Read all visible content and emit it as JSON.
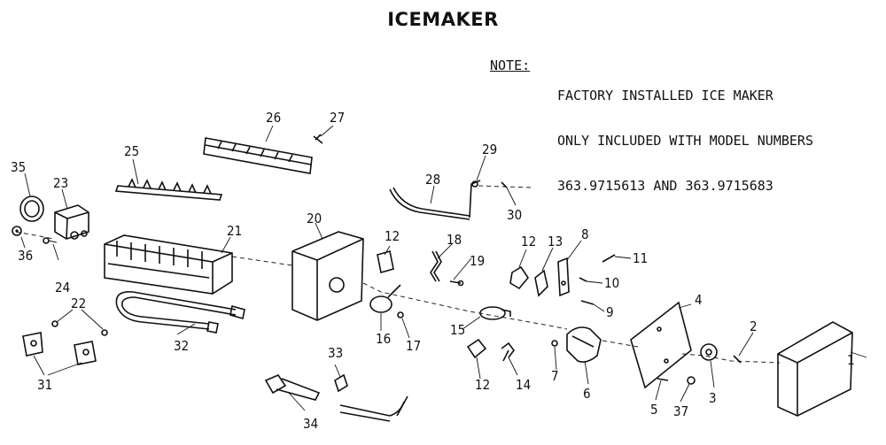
{
  "title": "ICEMAKER",
  "note": {
    "label": "NOTE:",
    "lines": [
      "FACTORY INSTALLED ICE MAKER",
      "ONLY INCLUDED WITH MODEL NUMBERS",
      "363.9715613 AND 363.9715683"
    ]
  },
  "part_numbers": {
    "p1": "1",
    "p2": "2",
    "p3": "3",
    "p4": "4",
    "p5": "5",
    "p6": "6",
    "p7": "7",
    "p8": "8",
    "p9": "9",
    "p10": "10",
    "p11": "11",
    "p12a": "12",
    "p12b": "12",
    "p12c": "12",
    "p13": "13",
    "p14": "14",
    "p15": "15",
    "p16": "16",
    "p17": "17",
    "p18": "18",
    "p19": "19",
    "p20": "20",
    "p21": "21",
    "p22": "22",
    "p23": "23",
    "p24": "24",
    "p25": "25",
    "p26": "26",
    "p27": "27",
    "p28": "28",
    "p29": "29",
    "p30": "30",
    "p31": "31",
    "p32": "32",
    "p33": "33",
    "p34": "34",
    "p35": "35",
    "p36": "36",
    "p37": "37"
  }
}
